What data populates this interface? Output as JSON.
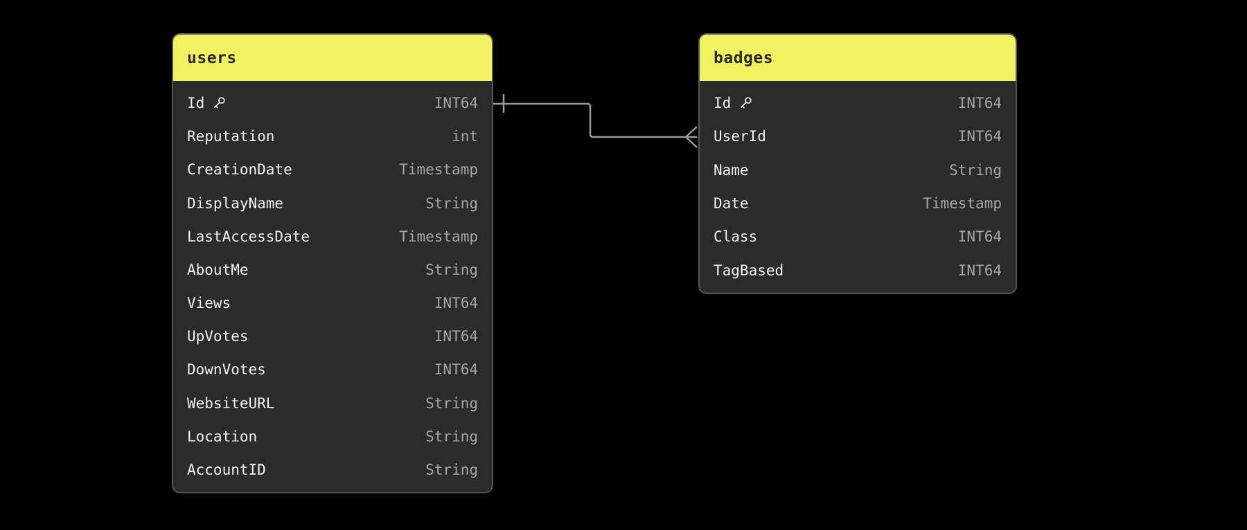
{
  "canvas": {
    "background_color": "#000000"
  },
  "theme": {
    "table_header_color": "#f2f163",
    "table_header_text_color": "#2a2a2a",
    "table_body_color": "#2b2b2b",
    "table_border_color": "#555555",
    "field_name_color": "#f2f2f2",
    "field_type_color": "#a6a6a6",
    "relationship_line_color": "#9c9c9c"
  },
  "diagram": {
    "tables": [
      {
        "name": "users",
        "fields": [
          {
            "name": "Id",
            "type": "INT64",
            "primary_key": true
          },
          {
            "name": "Reputation",
            "type": "int",
            "primary_key": false
          },
          {
            "name": "CreationDate",
            "type": "Timestamp",
            "primary_key": false
          },
          {
            "name": "DisplayName",
            "type": "String",
            "primary_key": false
          },
          {
            "name": "LastAccessDate",
            "type": "Timestamp",
            "primary_key": false
          },
          {
            "name": "AboutMe",
            "type": "String",
            "primary_key": false
          },
          {
            "name": "Views",
            "type": "INT64",
            "primary_key": false
          },
          {
            "name": "UpVotes",
            "type": "INT64",
            "primary_key": false
          },
          {
            "name": "DownVotes",
            "type": "INT64",
            "primary_key": false
          },
          {
            "name": "WebsiteURL",
            "type": "String",
            "primary_key": false
          },
          {
            "name": "Location",
            "type": "String",
            "primary_key": false
          },
          {
            "name": "AccountID",
            "type": "String",
            "primary_key": false
          }
        ]
      },
      {
        "name": "badges",
        "fields": [
          {
            "name": "Id",
            "type": "INT64",
            "primary_key": true
          },
          {
            "name": "UserId",
            "type": "INT64",
            "primary_key": false
          },
          {
            "name": "Name",
            "type": "String",
            "primary_key": false
          },
          {
            "name": "Date",
            "type": "Timestamp",
            "primary_key": false
          },
          {
            "name": "Class",
            "type": "INT64",
            "primary_key": false
          },
          {
            "name": "TagBased",
            "type": "INT64",
            "primary_key": false
          }
        ]
      }
    ],
    "relationships": [
      {
        "from_table": "users",
        "from_field": "Id",
        "to_table": "badges",
        "to_field": "UserId",
        "cardinality": "one-to-many",
        "from_marker": "one",
        "to_marker": "many"
      }
    ]
  }
}
